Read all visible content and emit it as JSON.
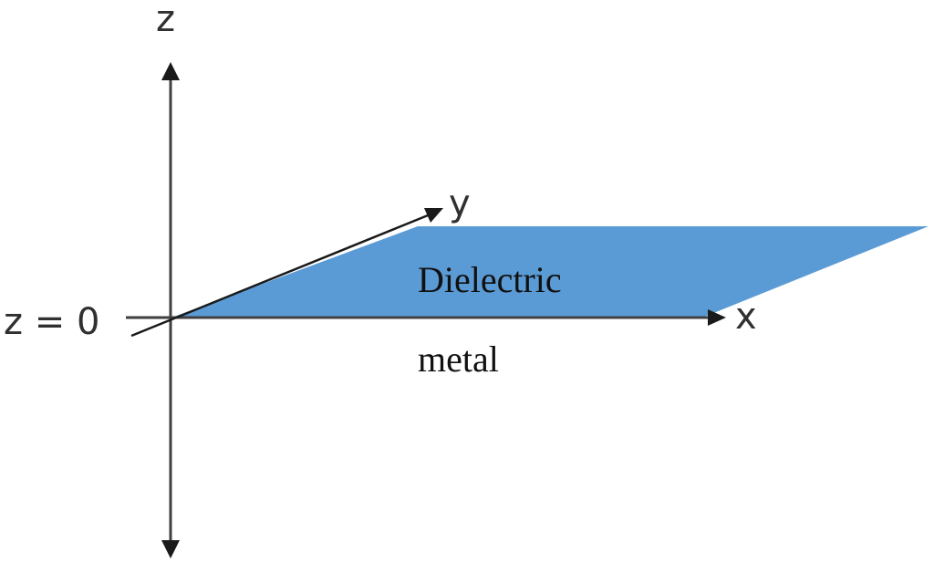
{
  "colors": {
    "background": "#ffffff",
    "axis": "#404040",
    "axis_dark": "#1a1a1a",
    "interface_plane": "#5b9bd5",
    "text": "#111111"
  },
  "labels": {
    "z_axis": "z",
    "y_axis": "y",
    "x_axis": "x",
    "z_zero": "z = 0",
    "dielectric": "Dielectric",
    "metal": "metal"
  }
}
